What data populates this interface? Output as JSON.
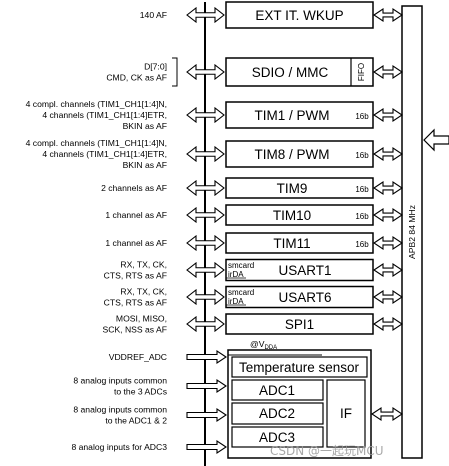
{
  "bus_label": "APB2 84 MHz",
  "blocks": [
    {
      "id": "exti",
      "name": "EXT IT. WKUP",
      "badge": "",
      "left_label": [
        "140 AF"
      ]
    },
    {
      "id": "sdio",
      "name": "SDIO / MMC",
      "badge": "FIFO",
      "left_label": [
        "D[7:0]",
        "CMD, CK as AF"
      ]
    },
    {
      "id": "tim1",
      "name": "TIM1 / PWM",
      "badge": "16b",
      "left_label": [
        "4 compl. channels (TIM1_CH1[1:4]N,",
        "4 channels (TIM1_CH1[1:4]ETR,",
        "BKIN as AF"
      ]
    },
    {
      "id": "tim8",
      "name": "TIM8 / PWM",
      "badge": "16b",
      "left_label": [
        "4 compl. channels (TIM1_CH1[1:4]N,",
        "4 channels (TIM1_CH1[1:4]ETR,",
        "BKIN as AF"
      ]
    },
    {
      "id": "tim9",
      "name": "TIM9",
      "badge": "16b",
      "left_label": [
        "2 channels as AF"
      ]
    },
    {
      "id": "tim10",
      "name": "TIM10",
      "badge": "16b",
      "left_label": [
        "1 channel as AF"
      ]
    },
    {
      "id": "tim11",
      "name": "TIM11",
      "badge": "16b",
      "left_label": [
        "1 channel as AF"
      ]
    },
    {
      "id": "usart1",
      "name": "USART1",
      "badge": "smcard|irDA",
      "left_label": [
        "RX, TX, CK,",
        "CTS, RTS as AF"
      ]
    },
    {
      "id": "usart6",
      "name": "USART6",
      "badge": "smcard|irDA",
      "left_label": [
        "RX, TX, CK,",
        "CTS, RTS as AF"
      ]
    },
    {
      "id": "spi1",
      "name": "SPI1",
      "badge": "",
      "left_label": [
        "MOSI, MISO,",
        "SCK, NSS as AF"
      ]
    }
  ],
  "adc": {
    "vdda": "@V",
    "vdda_sub": "DDA",
    "temp_sensor": "Temperature sensor",
    "adc1": "ADC1",
    "adc2": "ADC2",
    "adc3": "ADC3",
    "if": "IF",
    "inputs": [
      {
        "lines": [
          "VDDREF_ADC"
        ]
      },
      {
        "lines": [
          "8 analog inputs common",
          "to the 3 ADCs"
        ]
      },
      {
        "lines": [
          "8 analog inputs common",
          "to the ADC1 & 2"
        ]
      },
      {
        "lines": [
          "8 analog inputs for ADC3"
        ]
      }
    ]
  },
  "watermark": "CSDN @一起玩MCU"
}
